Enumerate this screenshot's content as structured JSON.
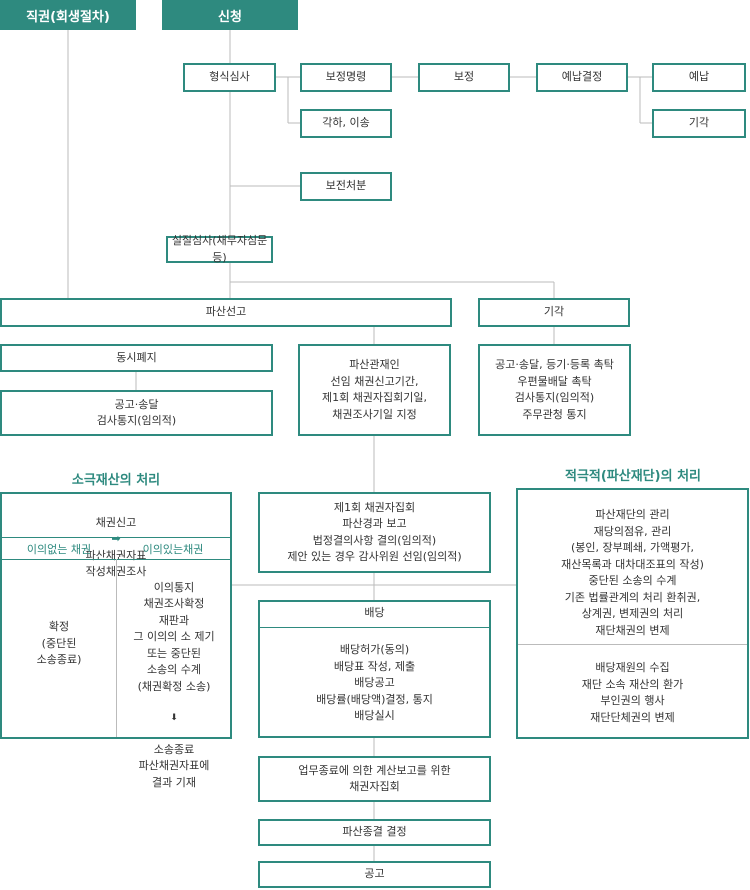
{
  "headers": {
    "ex_officio": "직권(회생절차)",
    "application": "신청"
  },
  "flow": {
    "formal_review": "형식심사",
    "amend_order": "보정명령",
    "amend": "보정",
    "fee_decision": "예납결정",
    "prepay": "예납",
    "dismiss_1": "기각",
    "reject_transfer": "각하, 이송",
    "preservation": "보전처분",
    "substantive_review": "실질심사(채무자심문 등)",
    "bankruptcy_declaration": "파산선고",
    "dismiss_2": "기각",
    "simultaneous_abolition": "동시폐지",
    "notice_delivery_1": "공고·송달\n검사통지(임의적)",
    "trustee_appointment": "파산관재인\n선임 채권신고기간,\n제1회 채권자집회기일,\n채권조사기일 지정",
    "notice_delivery_2": "공고·송달, 등기·등록 촉탁\n우편물배달 촉탁\n검사통지(임의적)\n주무관청 통지",
    "first_meeting": "제1회 채권자집회\n파산경과 보고\n법정결의사항 결의(임의적)\n제안 있는 경우 감사위원 선임(임의적)",
    "distribution": "배당",
    "distribution_detail": "배당허가(동의)\n배당표 작성, 제출\n배당공고\n배당률(배당액)결정, 통지\n배당실시",
    "final_meeting": "업무종료에 의한 계산보고를 위한\n채권자집회",
    "termination_decision": "파산종결 결정",
    "final_notice": "공고"
  },
  "passive": {
    "title": "소극재산의 처리",
    "header_prefix": "채권신고",
    "header_arrow": "➡",
    "header_rest": "파산채권자표\n작성채권조사",
    "col_no_objection": "이의없는 채권",
    "col_objection": "이의있는채권",
    "left_text": "확정\n(중단된\n소송종료)",
    "right_text_1": "이의통지\n채권조사확정\n재판과\n그 이의의 소 제기\n또는 중단된\n소송의 수계\n(채권확정 소송)",
    "right_arrow": "⬇",
    "right_text_2": "소송종료\n파산채권자표에\n결과 기재"
  },
  "active": {
    "title": "적극적(파산재단)의 처리",
    "top_text": "파산재단의 관리\n재당의점유, 관리\n(봉인, 장부폐쇄, 가액평가,\n재산목록과 대차대조표의 작성)\n중단된 소송의 수계\n기존 법률관계의 처리 환취권,\n상계권, 변제권의 처리\n재단채권의 변제",
    "bottom_text": "배당재원의 수집\n재단 소속 재산의 환가\n부인권의 행사\n재단단체권의 변제"
  },
  "colors": {
    "accent": "#2e8a7f",
    "connector": "#bbbbbb"
  }
}
